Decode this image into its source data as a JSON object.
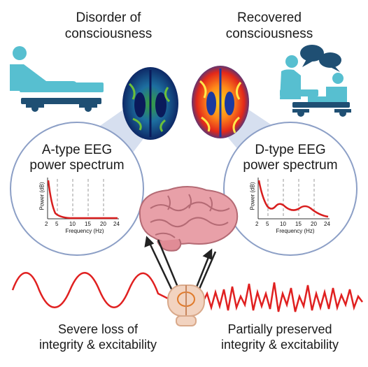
{
  "headings": {
    "left": "Disorder of\nconsciousness",
    "right": "Recovered\nconsciousness"
  },
  "spectra": [
    {
      "title": "A-type EEG\npower spectrum",
      "ylabel": "Power (dB)",
      "xlabel": "Frequency (Hz)",
      "xticks": [
        "2",
        "5",
        "10",
        "15",
        "20",
        "24"
      ]
    },
    {
      "title": "D-type EEG\npower spectrum",
      "ylabel": "Power (dB)",
      "xlabel": "Frequency (Hz)",
      "xticks": [
        "2",
        "5",
        "10",
        "15",
        "20",
        "24"
      ]
    }
  ],
  "bottom": {
    "left": "Severe loss of\nintegrity & excitability",
    "right": "Partially preserved\nintegrity & excitability"
  },
  "icons": [
    "patient-in-bed-icon",
    "patients-conversing-icon",
    "speech-bubbles-icon",
    "brain-icon",
    "brainstem-icon"
  ],
  "colors": {
    "teal": "#57bfd0",
    "navy": "#1f4f73",
    "spectrum_line": "#d81e1e",
    "wave_red": "#e02020",
    "circle_border": "#8c9fc6",
    "brain_pink": "#e8a0a8"
  }
}
